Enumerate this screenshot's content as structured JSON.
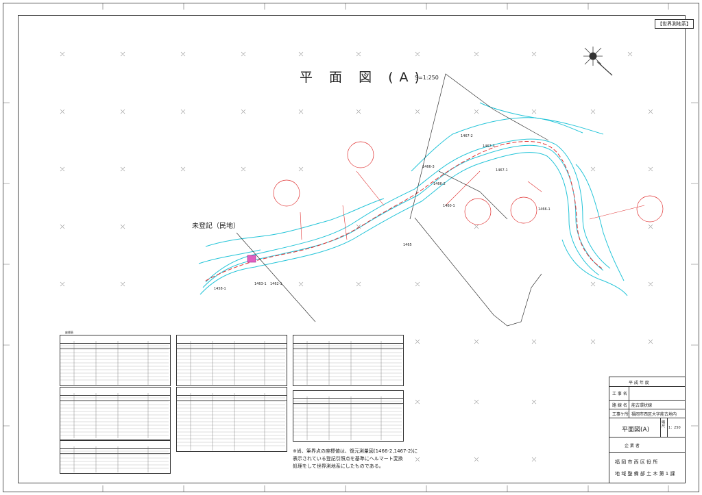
{
  "crs_label": "【世界測地系】",
  "title": "平 面 図 (A)",
  "scale": "S=1:250",
  "label_unregistered": "未登記（民地）",
  "lot_numbers": [
    "1467-2",
    "1467-3",
    "1466-3",
    "1466-2",
    "1467-1",
    "1466-1",
    "1465",
    "1460-1",
    "1463-1",
    "1462-1",
    "1458-1"
  ],
  "tables_caption": "座標表",
  "note_lines": [
    "※尚、筆界点の座標値は、復元測量図(1466-2,1467-2)に",
    "表示されている登記引照点を基準にヘルマート変換",
    "処理をして世界測地系にしたものである。"
  ],
  "title_block": {
    "year_label": "平 成        年 度",
    "project_name_label": "工 事 名",
    "route_label": "路 線 名",
    "route_value": "能古環状線",
    "location_label": "工事ケ所",
    "location_value": "福岡市西区大字能古地内",
    "drawing_name": "平面図(A)",
    "scale_label": "縮 尺",
    "scale_value": "1：250",
    "company_label": "企   業   者",
    "org_line1": "福 岡 市 西 区 役 所",
    "org_line2": "地 域 整 備 部 土 木 第 1 課"
  }
}
